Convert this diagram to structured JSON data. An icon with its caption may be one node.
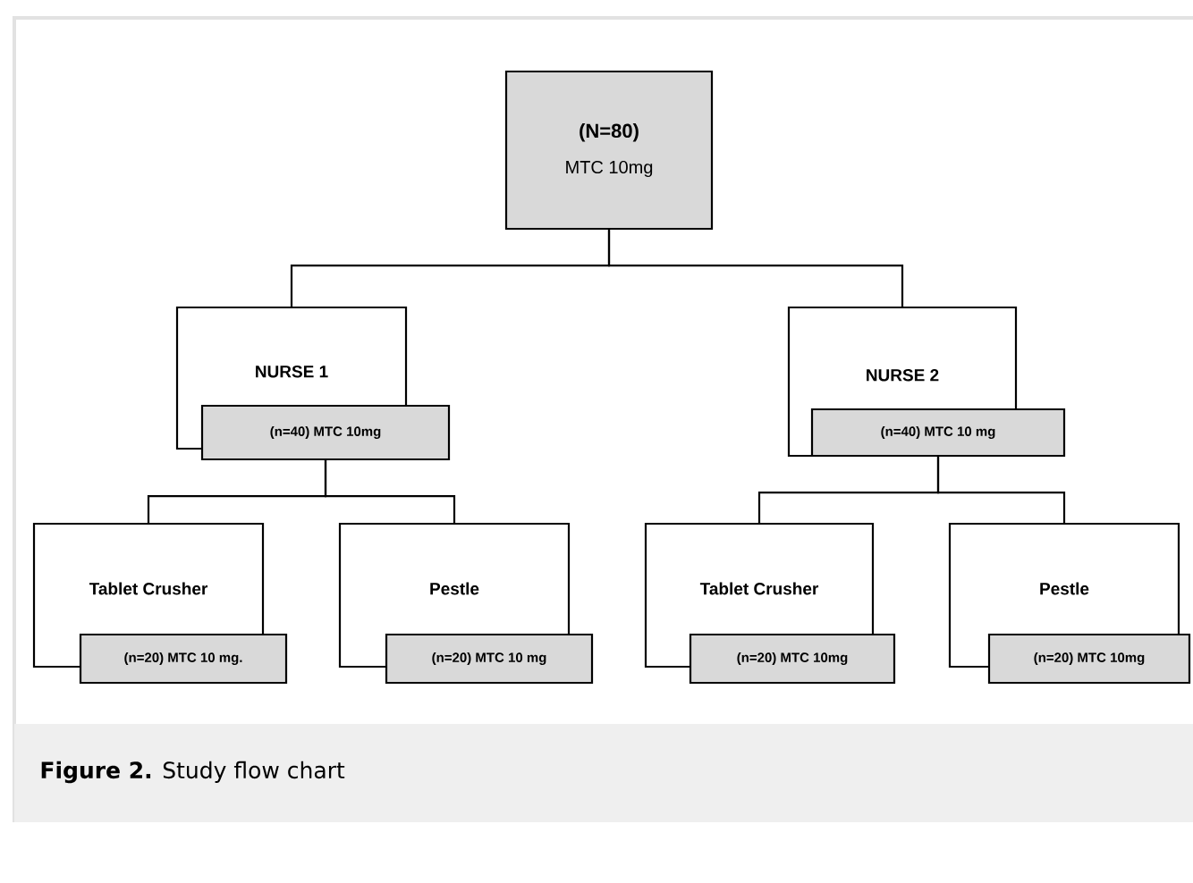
{
  "diagram": {
    "caption": "**Figure 2.** Study flow chart",
    "nodes": [
      {
        "text": [
          "(N=80)",
          "MTC 10mg"
        ]
      },
      {
        "text": [
          "NURSE 1"
        ]
      },
      {
        "text": [
          "(n=40) MTC 10mg"
        ]
      },
      {
        "text": [
          "NURSE 2"
        ]
      },
      {
        "text": [
          "(n=40) MTC 10 mg"
        ]
      },
      {
        "text": [
          "Tablet Crusher"
        ]
      },
      {
        "text": [
          "(n=20) MTC 10 mg."
        ]
      },
      {
        "text": [
          "Pestle"
        ]
      },
      {
        "text": [
          "(n=20) MTC 10 mg"
        ]
      },
      {
        "text": [
          "Tablet Crusher"
        ]
      },
      {
        "text": [
          "(n=20) MTC 10mg"
        ]
      },
      {
        "text": [
          "Pestle"
        ]
      },
      {
        "text": [
          "(n=20) MTC 10mg"
        ]
      }
    ],
    "edges": [
      {
        "from": 0,
        "to": 1,
        "arrow": "none"
      },
      {
        "from": 0,
        "to": 3,
        "arrow": "none"
      },
      {
        "from": 2,
        "to": 5,
        "arrow": "none"
      },
      {
        "from": 2,
        "to": 7,
        "arrow": "none"
      },
      {
        "from": 4,
        "to": 9,
        "arrow": "none"
      },
      {
        "from": 4,
        "to": 11,
        "arrow": "none"
      }
    ]
  }
}
